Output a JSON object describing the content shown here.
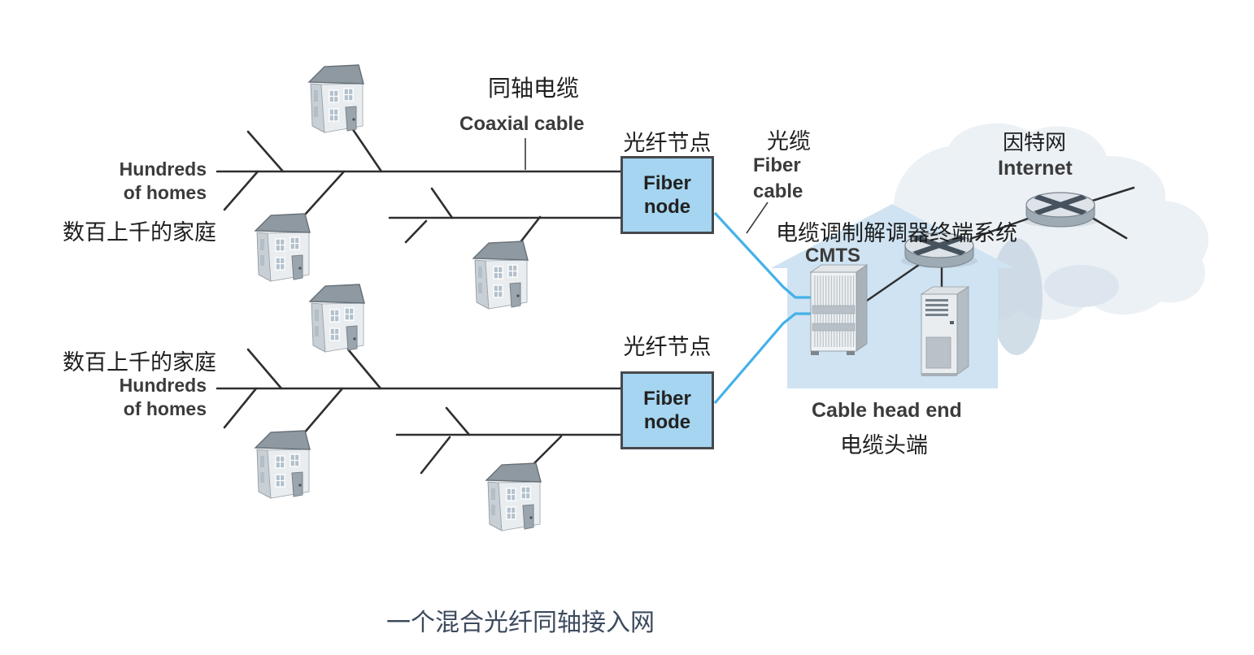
{
  "figure": {
    "caption": "一个混合光纤同轴接入网",
    "homes_top": {
      "en1": "Hundreds",
      "en2": "of homes",
      "zh": "数百上千的家庭"
    },
    "homes_bottom": {
      "zh": "数百上千的家庭",
      "en1": "Hundreds",
      "en2": "of homes"
    },
    "coaxial": {
      "zh": "同轴电缆",
      "en": "Coaxial cable"
    },
    "fiber_node_top": {
      "label_zh": "光纤节点",
      "box_text": "Fiber\nnode"
    },
    "fiber_node_bottom": {
      "label_zh": "光纤节点",
      "box_text": "Fiber\nnode"
    },
    "fiber_cable": {
      "zh": "光缆",
      "en1": "Fiber",
      "en2": "cable"
    },
    "cmts": {
      "zh": "电缆调制解调器终端系统",
      "en": "CMTS"
    },
    "internet": {
      "zh": "因特网",
      "en": "Internet"
    },
    "head_end": {
      "en": "Cable head end",
      "zh": "电缆头端"
    },
    "icons": {
      "house": "house-icon",
      "router": "router-icon",
      "cmts_rack": "cmts-rack-icon",
      "server": "server-tower-icon",
      "cloud": "internet-cloud-shape",
      "building": "head-end-building-shape"
    },
    "colors": {
      "fiber_cable_line": "#45b1e8",
      "coax_line": "#2e2f31",
      "fiber_node_fill": "#a5d5f0",
      "fiber_node_border": "#46494d",
      "head_end_building": "#cfe3f2",
      "cloud": "#ecf1f6",
      "caption_text": "#3d4a5e",
      "label_text": "#1e1e1e"
    }
  }
}
